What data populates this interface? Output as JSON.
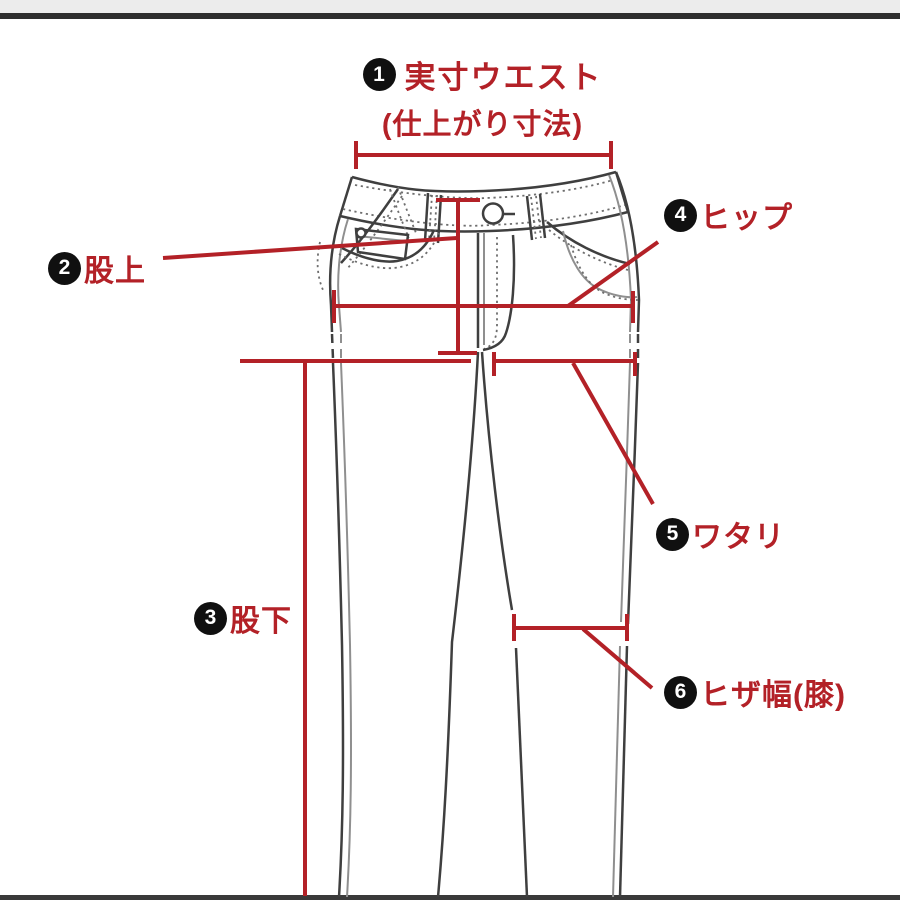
{
  "page": {
    "background_color": "#ffffff",
    "top_strip_color": "#ececec",
    "top_border_color": "#2e2e2e",
    "bottom_strip_color": "#3a3a3a"
  },
  "diagram": {
    "type": "pants-measurement-guide",
    "subject": "jeans line drawing with measurement callouts",
    "accent_color": "#b32127",
    "line_color": "#3f3f3f",
    "title": {
      "number": "1",
      "line1": "実寸ウエスト",
      "line2": "(仕上がり寸法)"
    },
    "labels": [
      {
        "number": "2",
        "text": "股上"
      },
      {
        "number": "3",
        "text": "股下"
      },
      {
        "number": "4",
        "text": "ヒップ"
      },
      {
        "number": "5",
        "text": "ワタリ"
      },
      {
        "number": "6",
        "text": "ヒザ幅(膝)"
      }
    ]
  }
}
